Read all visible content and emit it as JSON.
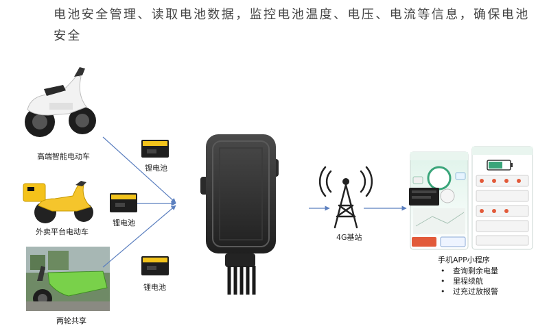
{
  "title": "电池安全管理、读取电池数据，监控电池温度、电压、电流等信息，确保电池安全",
  "vehicles": [
    {
      "label": "高端智能电动车"
    },
    {
      "label": "外卖平台电动车"
    },
    {
      "label": "两轮共享"
    }
  ],
  "batteries": [
    {
      "label": "锂电池"
    },
    {
      "label": "锂电池"
    },
    {
      "label": "锂电池"
    }
  ],
  "base_station": {
    "label": "4G基站"
  },
  "app": {
    "heading": "手机APP小程序",
    "features": [
      "查询剩余电量",
      "里程续航",
      "过充过放报警"
    ]
  },
  "colors": {
    "arrow": "#5b7fbf",
    "device": "#2b2b2b",
    "app_accent": "#3aa57a"
  }
}
